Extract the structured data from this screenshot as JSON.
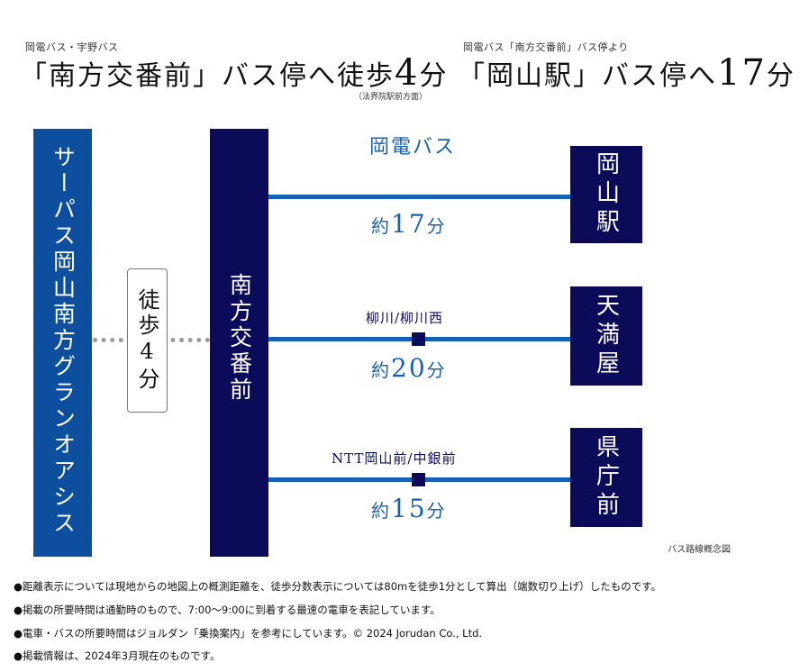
{
  "header_left": {
    "sub": "岡電バス・宇野バス",
    "title_pre": "「南方交番前」バス停へ徒歩",
    "title_num": "4",
    "title_post": "分",
    "note": "（法界院駅前方面）"
  },
  "header_right": {
    "sub": "岡電バス「南方交番前」バス停より",
    "title_pre": "「岡山駅」バス停へ",
    "title_num": "17",
    "title_post": "分"
  },
  "diagram": {
    "origin": {
      "label": "サーパス岡山南方グランオアシス",
      "color": "#0e4e9e"
    },
    "walk": {
      "label": "徒歩4分"
    },
    "hub": {
      "label": "南方交番前",
      "color": "#0b0b5a"
    },
    "line_color": "#1561b3",
    "routes": [
      {
        "operator": "岡電バス",
        "via": "",
        "time_pre": "約",
        "time_num": "17",
        "time_post": "分",
        "destination": "岡山駅"
      },
      {
        "operator": "",
        "via": "柳川/柳川西",
        "time_pre": "約",
        "time_num": "20",
        "time_post": "分",
        "destination": "天満屋"
      },
      {
        "operator": "",
        "via": "NTT岡山前/中銀前",
        "time_pre": "約",
        "time_num": "15",
        "time_post": "分",
        "destination": "県庁前"
      }
    ],
    "caption": "バス路線概念図"
  },
  "footnotes": [
    "●距離表示については現地からの地図上の概測距離を、徒歩分数表示については80mを徒歩1分として算出（端数切り上げ）したものです。",
    "●掲載の所要時間は通勤時のもので、7:00〜9:00に到着する最速の電車を表記しています。",
    "●電車・バスの所要時間はジョルダン「乗換案内」を参考にしています。© 2024 Jorudan Co., Ltd.",
    "●掲載情報は、2024年3月現在のものです。"
  ]
}
